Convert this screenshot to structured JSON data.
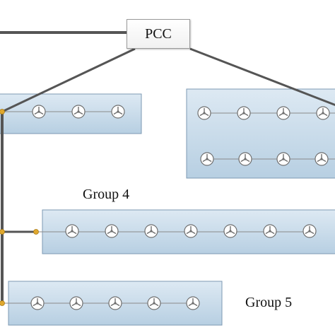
{
  "pcc": {
    "label": "PCC"
  },
  "groups": [
    {
      "id": "group-top-left",
      "label": "",
      "rows": [
        3
      ]
    },
    {
      "id": "group-top-right",
      "label": "",
      "rows": [
        4,
        4
      ]
    },
    {
      "id": "group-4",
      "label": "Group 4",
      "rows": [
        7
      ]
    },
    {
      "id": "group-5",
      "label": "Group 5",
      "rows": [
        5
      ]
    }
  ],
  "colors": {
    "feeder_line": "#555555",
    "panel_fill_top": "#dde9f3",
    "panel_fill_bottom": "#b7cfe2",
    "panel_border": "#7d99b3",
    "junction": "#e0a82e",
    "turbine_ring": "#6e6e6e"
  },
  "icons": {
    "turbine": "wind-turbine-icon",
    "junction": "junction-dot-icon"
  }
}
